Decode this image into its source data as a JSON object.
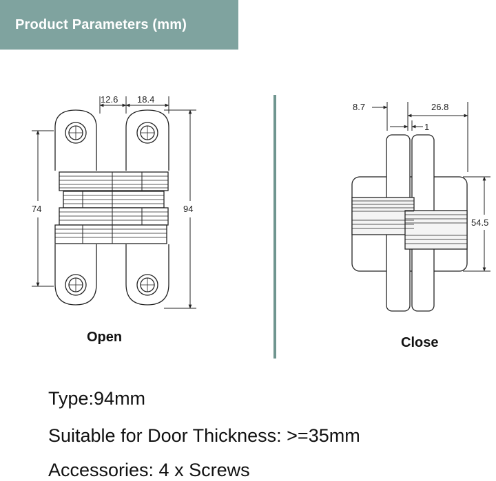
{
  "header": {
    "title": "Product  Parameters (mm)"
  },
  "colors": {
    "accent": "#7fa39f",
    "divider": "#6f958f",
    "line": "#222222"
  },
  "open_view": {
    "caption": "Open",
    "dims": {
      "top_left": "12.6",
      "top_right": "18.4",
      "height_inner": "74",
      "height_total": "94"
    }
  },
  "close_view": {
    "caption": "Close",
    "dims": {
      "left": "8.7",
      "right": "26.8",
      "gap": "1",
      "height": "54.5"
    }
  },
  "specs": {
    "type": "Type:94mm",
    "door": "Suitable for Door Thickness: >=35mm",
    "accessories": "Accessories: 4 x Screws"
  }
}
